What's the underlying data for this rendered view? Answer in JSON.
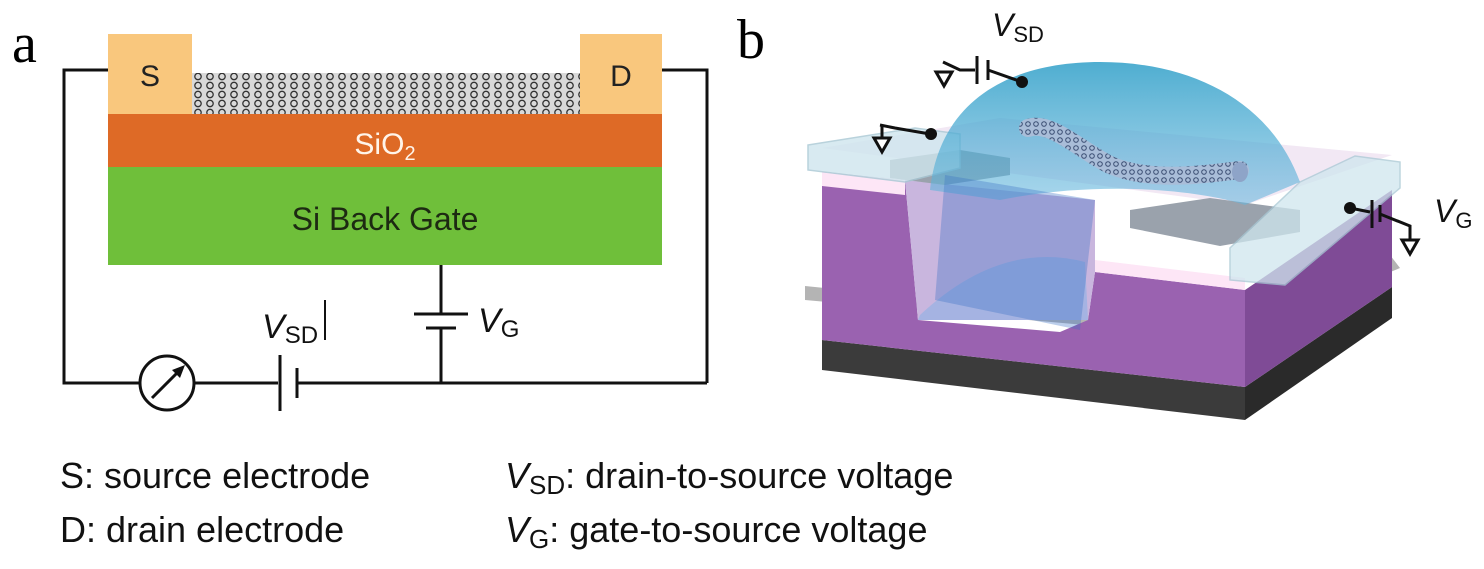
{
  "panel_a": {
    "letter": "a",
    "source_label": "S",
    "drain_label": "D",
    "oxide_main": "SiO",
    "oxide_sub": "2",
    "gate_label": "Si Back Gate",
    "vsd_main": "V",
    "vsd_sub": "SD",
    "vg_main": "V",
    "vg_sub": "G"
  },
  "panel_b": {
    "letter": "b",
    "vsd_main": "V",
    "vsd_sub": "SD",
    "vg_main": "V",
    "vg_sub": "G"
  },
  "legend": {
    "s_text": "S: source electrode",
    "d_text": "D: drain electrode",
    "vsd_main": "V",
    "vsd_sub": "SD",
    "vsd_text": ": drain-to-source voltage",
    "vg_main": "V",
    "vg_sub": "G",
    "vg_text": ": gate-to-source voltage"
  },
  "colors": {
    "electrode": "#f9c77d",
    "oxide": "#de6a26",
    "gate": "#6fbf3a",
    "substrate": "#9a62b0",
    "liquid": "#2fa6c9",
    "wire": "#111111"
  }
}
